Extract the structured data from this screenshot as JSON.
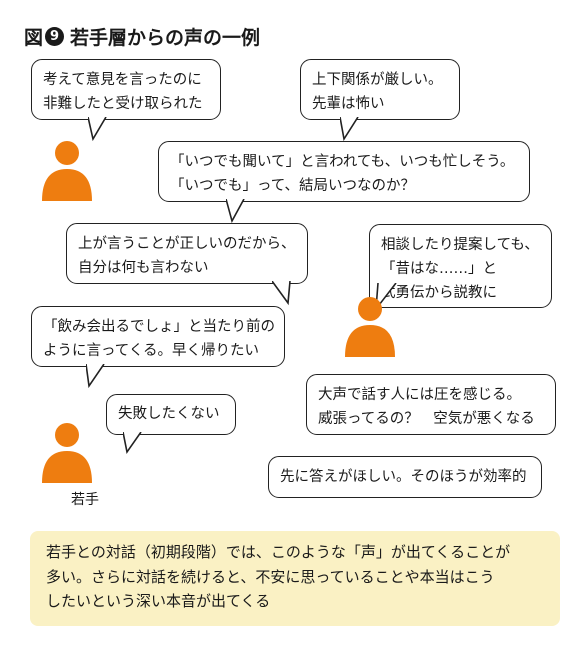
{
  "title": {
    "prefix": "図",
    "number": "9",
    "text": "若手層からの声の一例"
  },
  "bubbles": [
    {
      "lines": [
        "考えて意見を言ったのに",
        "非難したと受け取られた"
      ]
    },
    {
      "lines": [
        "上下関係が厳しい。",
        "先輩は怖い"
      ]
    },
    {
      "lines": [
        "「いつでも聞いて」と言われても、いつも忙しそう。",
        "「いつでも」って、結局いつなのか？"
      ]
    },
    {
      "lines": [
        "上が言うことが正しいのだから、",
        "自分は何も言わない"
      ]
    },
    {
      "lines": [
        "相談したり提案しても、",
        "「昔はな……」と",
        "武勇伝から説教に"
      ]
    },
    {
      "lines": [
        "「飲み会出るでしょ」と当たり前の",
        "ように言ってくる。早く帰りたい"
      ]
    },
    {
      "lines": [
        "失敗したくない"
      ]
    },
    {
      "lines": [
        "大声で話す人には圧を感じる。",
        "威張ってるの？　空気が悪くなる"
      ]
    },
    {
      "lines": [
        "先に答えがほしい。そのほうが効率的"
      ]
    }
  ],
  "person_label": "若手",
  "summary": {
    "lines": [
      "若手との対話（初期段階）では、このような「声」が出てくることが",
      "多い。さらに対話を続けると、不安に思っていることや本当はこう",
      "したいという深い本音が出てくる"
    ]
  },
  "colors": {
    "person": "#ee7d10",
    "note_bg": "#faf1c4"
  },
  "icons": [
    "person-icon"
  ]
}
